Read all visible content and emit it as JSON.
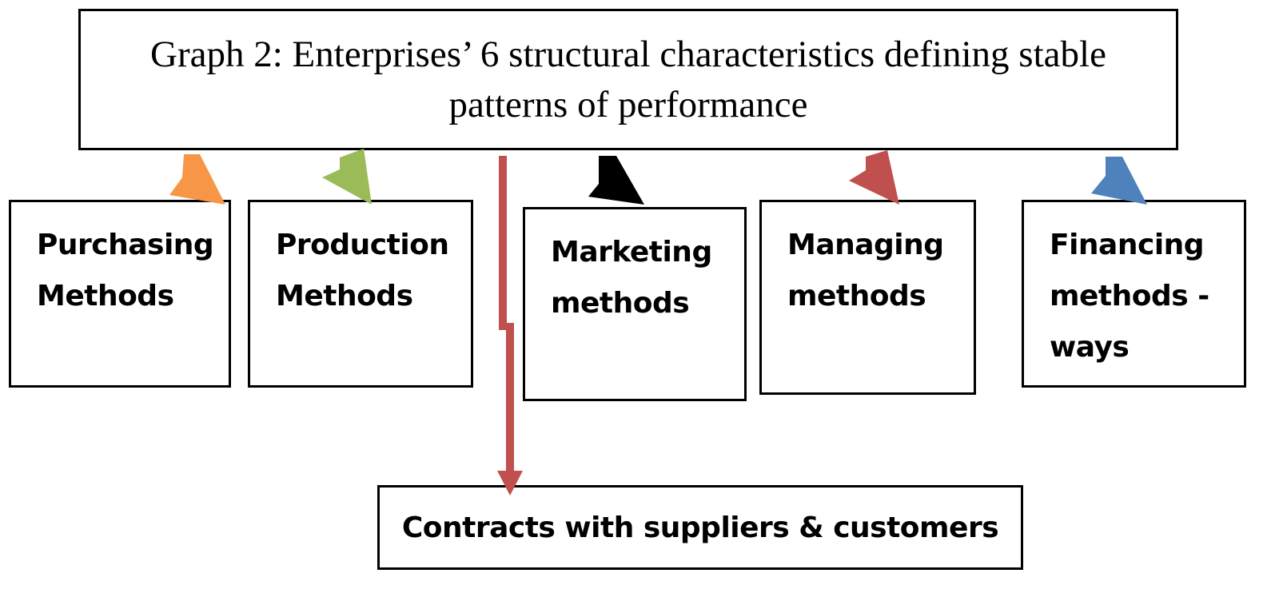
{
  "title": "Graph 2: Enterprises’ 6 structural characteristics defining stable patterns of performance",
  "nodes": [
    {
      "id": "purchasing",
      "lines": [
        "Purchasing",
        "Methods"
      ],
      "arrow_color": "#F79646"
    },
    {
      "id": "production",
      "lines": [
        "Production",
        "Methods"
      ],
      "arrow_color": "#9BBB59"
    },
    {
      "id": "marketing",
      "lines": [
        "Marketing",
        "methods"
      ],
      "arrow_color": "#000000"
    },
    {
      "id": "managing",
      "lines": [
        "Managing",
        "methods"
      ],
      "arrow_color": "#C0504D"
    },
    {
      "id": "financing",
      "lines": [
        "Financing",
        "methods  -",
        "ways"
      ],
      "arrow_color": "#4F81BD"
    }
  ],
  "bottom_node": {
    "label": "Contracts with suppliers & customers",
    "arrow_color": "#C0504D"
  }
}
